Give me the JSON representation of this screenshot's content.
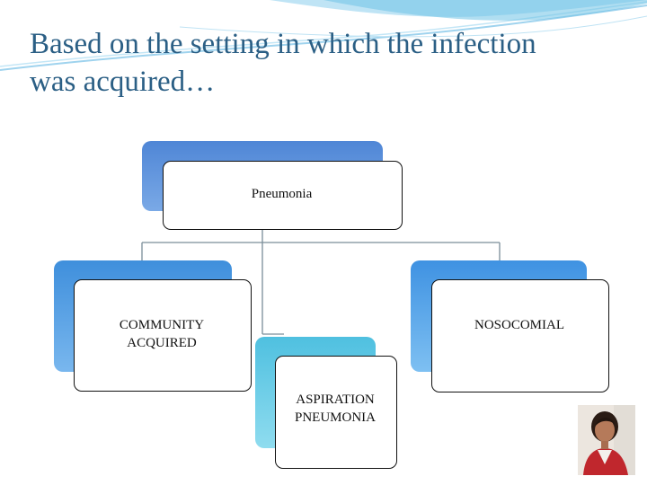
{
  "slide": {
    "title": "Based on the setting in which the infection was acquired…"
  },
  "diagram": {
    "root": {
      "label": "Pneumonia"
    },
    "children": [
      {
        "label": "COMMUNITY\nACQUIRED"
      },
      {
        "label": "NOSOCOMIAL"
      },
      {
        "label": "ASPIRATION\nPNEUMONIA"
      }
    ]
  },
  "colors": {
    "title": "#2b5f85",
    "root_accent": "#5b8fd8",
    "community_accent": "#4b9be0",
    "nosocomial_accent": "#4c9fe6",
    "aspiration_accent": "#5cc6e0",
    "wave": "#9fd3ee"
  },
  "photo": {
    "icon": "presenter-photo"
  }
}
